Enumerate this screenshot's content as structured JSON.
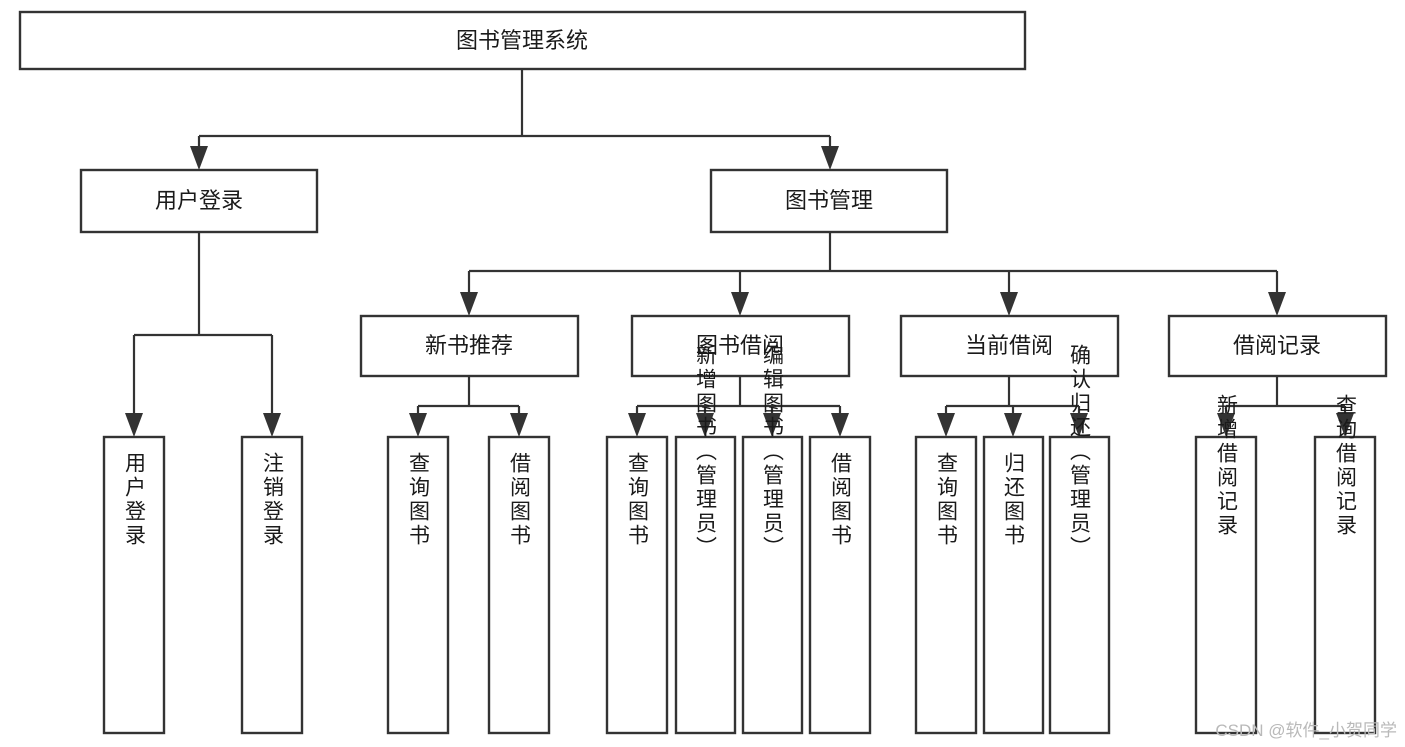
{
  "diagram": {
    "title": "图书管理系统",
    "type": "tree",
    "root": {
      "id": "root",
      "label": "图书管理系统"
    },
    "level1": [
      {
        "id": "user-login",
        "label": "用户登录"
      },
      {
        "id": "book-management",
        "label": "图书管理"
      }
    ],
    "level2": [
      {
        "id": "new-book-recommend",
        "label": "新书推荐",
        "parent": "book-management"
      },
      {
        "id": "book-borrow",
        "label": "图书借阅",
        "parent": "book-management"
      },
      {
        "id": "current-borrow",
        "label": "当前借阅",
        "parent": "book-management"
      },
      {
        "id": "borrow-record",
        "label": "借阅记录",
        "parent": "book-management"
      }
    ],
    "leaves": [
      {
        "id": "leaf-user-login",
        "label": "用户登录",
        "parent": "user-login"
      },
      {
        "id": "leaf-user-logout",
        "label": "注销登录",
        "parent": "user-login"
      },
      {
        "id": "leaf-query-book-1",
        "label": "查询图书",
        "parent": "new-book-recommend"
      },
      {
        "id": "leaf-borrow-book-1",
        "label": "借阅图书",
        "parent": "new-book-recommend"
      },
      {
        "id": "leaf-query-book-2",
        "label": "查询图书",
        "parent": "book-borrow"
      },
      {
        "id": "leaf-add-book",
        "label": "新增图书（管理员）",
        "parent": "book-borrow"
      },
      {
        "id": "leaf-edit-book",
        "label": "编辑图书（管理员）",
        "parent": "book-borrow"
      },
      {
        "id": "leaf-borrow-book-2",
        "label": "借阅图书",
        "parent": "book-borrow"
      },
      {
        "id": "leaf-query-book-3",
        "label": "查询图书",
        "parent": "current-borrow"
      },
      {
        "id": "leaf-return-book",
        "label": "归还图书",
        "parent": "current-borrow"
      },
      {
        "id": "leaf-confirm-return",
        "label": "确认归还（管理员）",
        "parent": "current-borrow"
      },
      {
        "id": "leaf-add-record",
        "label": "新增借阅记录",
        "parent": "borrow-record"
      },
      {
        "id": "leaf-query-record",
        "label": "查询借阅记录",
        "parent": "borrow-record"
      }
    ],
    "colors": {
      "stroke": "#333333",
      "fill": "#ffffff",
      "text": "#1a1a1a",
      "watermark": "#b9b9b9"
    }
  },
  "watermark": {
    "text": "CSDN @软件_小贺同学"
  }
}
